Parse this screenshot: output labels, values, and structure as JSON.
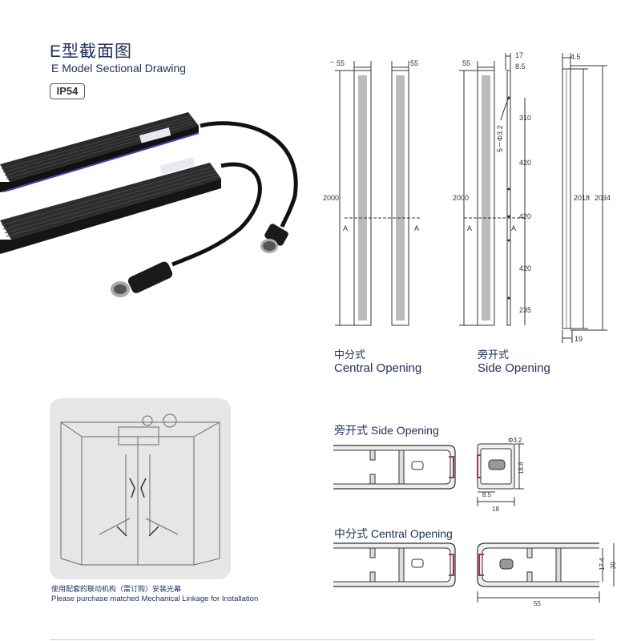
{
  "header": {
    "title_cn": "E型截面图",
    "title_en": "E Model Sectional Drawing",
    "badge": "IP54"
  },
  "drawing_central": {
    "width_left": "55",
    "width_right": "55",
    "height": "2000",
    "section_mark": "A",
    "caption_cn": "中分式",
    "caption_en": "Central Opening"
  },
  "drawing_side": {
    "width": "55",
    "flange": "17",
    "flange2": "8.5",
    "height": "2000",
    "hole_spec": "5－Φ3.2",
    "spacings": [
      "310",
      "420",
      "420",
      "420",
      "235"
    ],
    "section_mark": "A",
    "caption_cn": "旁开式",
    "caption_en": "Side Opening"
  },
  "drawing_profile": {
    "top_width": "4.5",
    "inner_height": "2018",
    "outer_height": "2034",
    "bottom_width": "19"
  },
  "section_side": {
    "title": "旁开式 Side Opening",
    "hole": "Φ3.2",
    "height": "18.8",
    "inner": "8.5",
    "width": "18"
  },
  "section_central": {
    "title": "中分式 Central Opening",
    "height_inner": "17.4",
    "height_outer": "20",
    "width": "55"
  },
  "install_note": {
    "cn": "使用配套的联动机构（需订购）安装光幕",
    "en": "Please purchase matched Mechanical Linkage for Installation"
  },
  "colors": {
    "text": "#1f2f5a",
    "bar_dark": "#222222",
    "accent_red": "#b0304a",
    "label_purple": "#3a2a8a"
  }
}
